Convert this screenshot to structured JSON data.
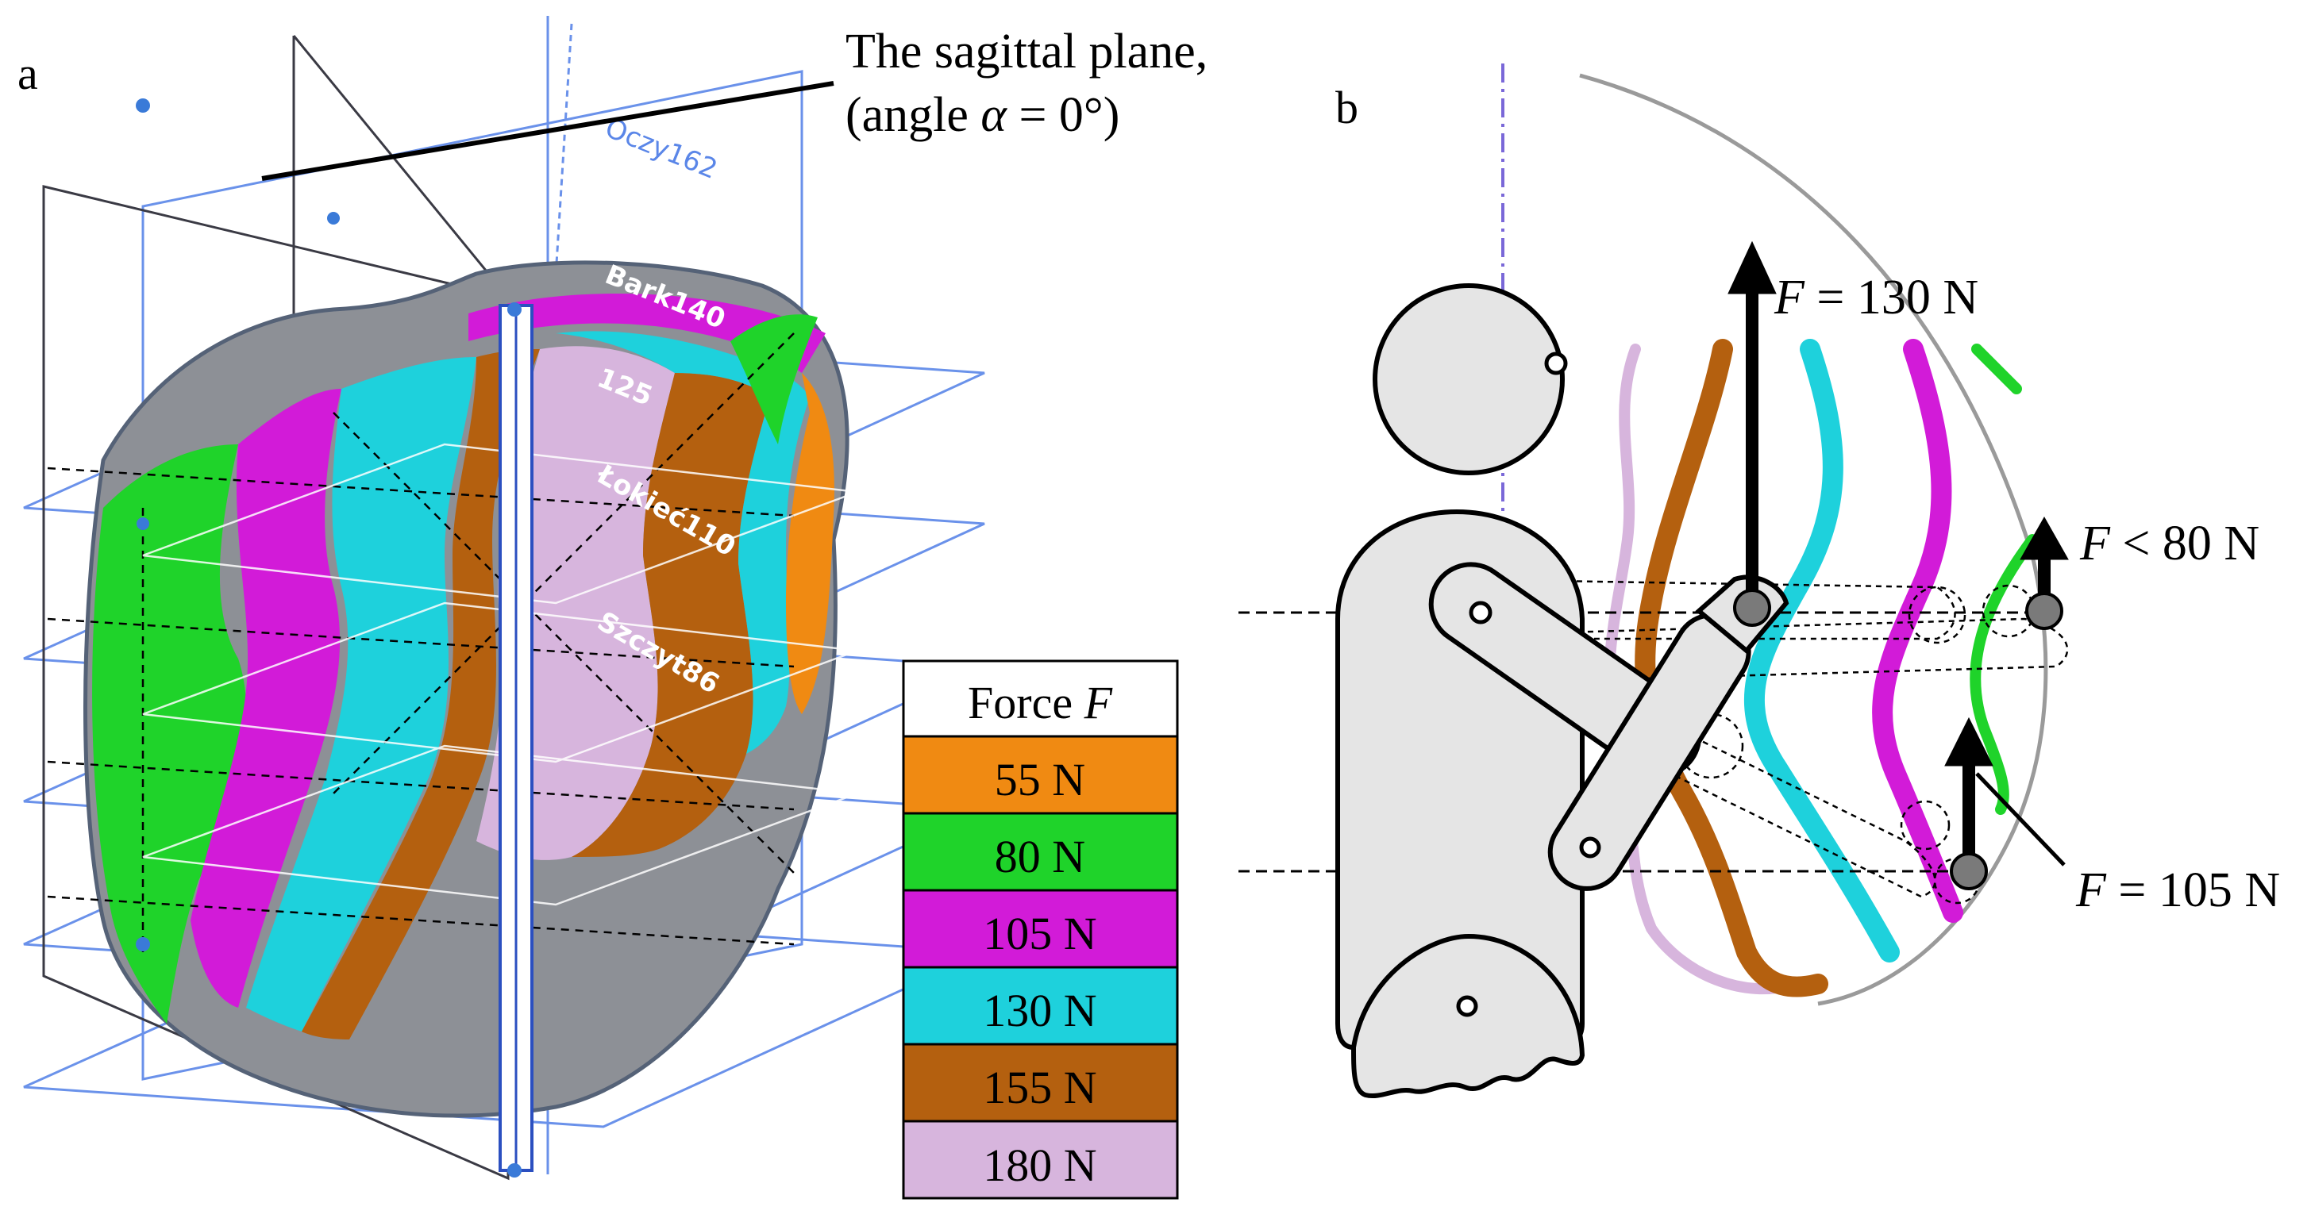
{
  "panels": {
    "a": "a",
    "b": "b"
  },
  "annotation": {
    "line1": "The sagittal plane,",
    "line2_prefix": "(angle ",
    "line2_symbol": "α",
    "line2_suffix": " = 0°)"
  },
  "surface_labels": [
    "Oczy162",
    "Bark140",
    "125",
    "Łokieć110",
    "Szczyt86"
  ],
  "legend": {
    "title_prefix": "Force ",
    "title_symbol": "F",
    "items": [
      {
        "label": "55 N",
        "color": "#f08a12"
      },
      {
        "label": "80 N",
        "color": "#1fd32a"
      },
      {
        "label": "105 N",
        "color": "#d21bd8"
      },
      {
        "label": "130 N",
        "color": "#1ed1dc"
      },
      {
        "label": "155 N",
        "color": "#b4600f"
      },
      {
        "label": "180 N",
        "color": "#d7b5dd"
      }
    ]
  },
  "force_labels": {
    "f130": {
      "symbol": "F",
      "text": " = 130 N"
    },
    "f80": {
      "symbol": "F",
      "text": " < 80 N"
    },
    "f105": {
      "symbol": "F",
      "text": " = 105 N"
    }
  },
  "colors": {
    "plane_blue": "#5a86e8",
    "body_gray": "#8d9096",
    "mannequin_fill": "#e5e5e5",
    "dashdot": "#7a68d8"
  }
}
